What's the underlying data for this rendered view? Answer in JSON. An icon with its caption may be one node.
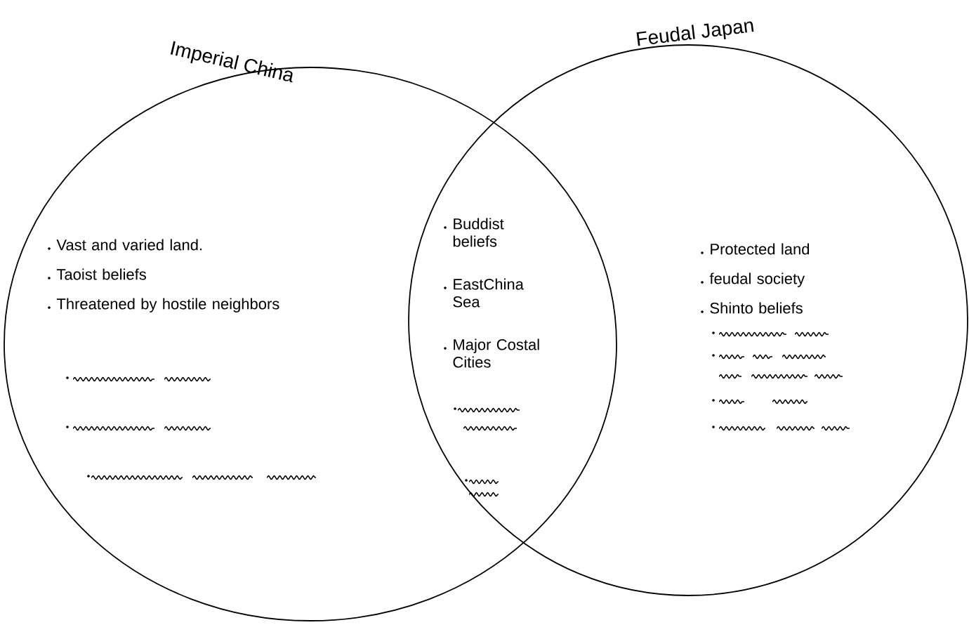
{
  "diagram": {
    "nodes": [
      {
        "text": [
          "Imperial China",
          "Vast and varied land.",
          "Taoist beliefs",
          "Threatened by hostile neighbors"
        ]
      },
      {
        "text": [
          "Feudal Japan",
          "Protected land",
          "feudal society",
          "Shinto beliefs"
        ]
      }
    ],
    "labels": [
      "Buddist beliefs",
      "EastChina Sea",
      "Major Costal Cities"
    ]
  }
}
